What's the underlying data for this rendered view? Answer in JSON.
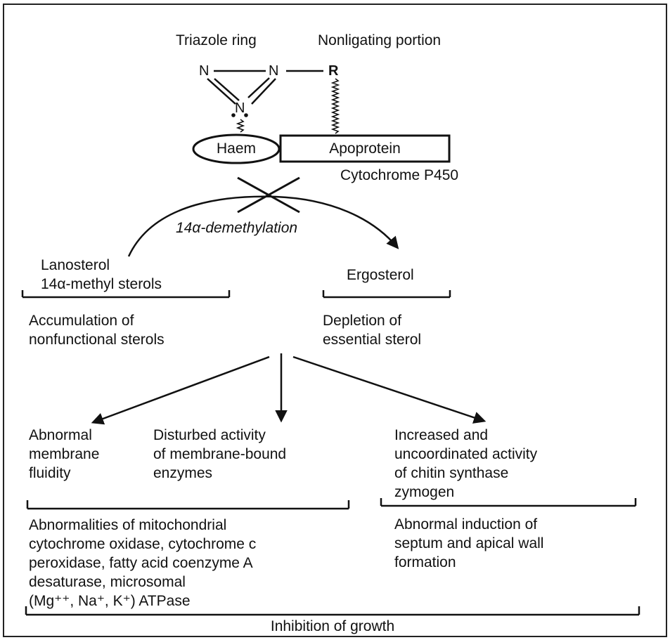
{
  "labels": {
    "triazole_ring": "Triazole ring",
    "nonligating_portion": "Nonligating portion",
    "atom_n1": "N",
    "atom_n2": "N",
    "atom_n3": "N",
    "atom_r": "R",
    "haem": "Haem",
    "apoprotein": "Apoprotein",
    "cytochrome": "Cytochrome P450",
    "demethylation": "14α-demethylation",
    "lanosterol": "Lanosterol\n14α-methyl sterols",
    "ergosterol": "Ergosterol",
    "accumulation": "Accumulation of\nnonfunctional sterols",
    "depletion": "Depletion of\nessential sterol",
    "membrane_fluidity": "Abnormal\nmembrane\nfluidity",
    "disturbed_activity": "Disturbed activity\nof membrane-bound\nenzymes",
    "chitin": "Increased and\nuncoordinated activity\nof chitin synthase\nzymogen",
    "mitochondrial": "Abnormalities of mitochondrial\ncytochrome oxidase, cytochrome c\nperoxidase, fatty acid coenzyme A\ndesaturase, microsomal\n(Mg⁺⁺, Na⁺, K⁺) ATPase",
    "septum": "Abnormal induction of\nseptum and apical wall\nformation",
    "inhibition": "Inhibition of growth"
  }
}
